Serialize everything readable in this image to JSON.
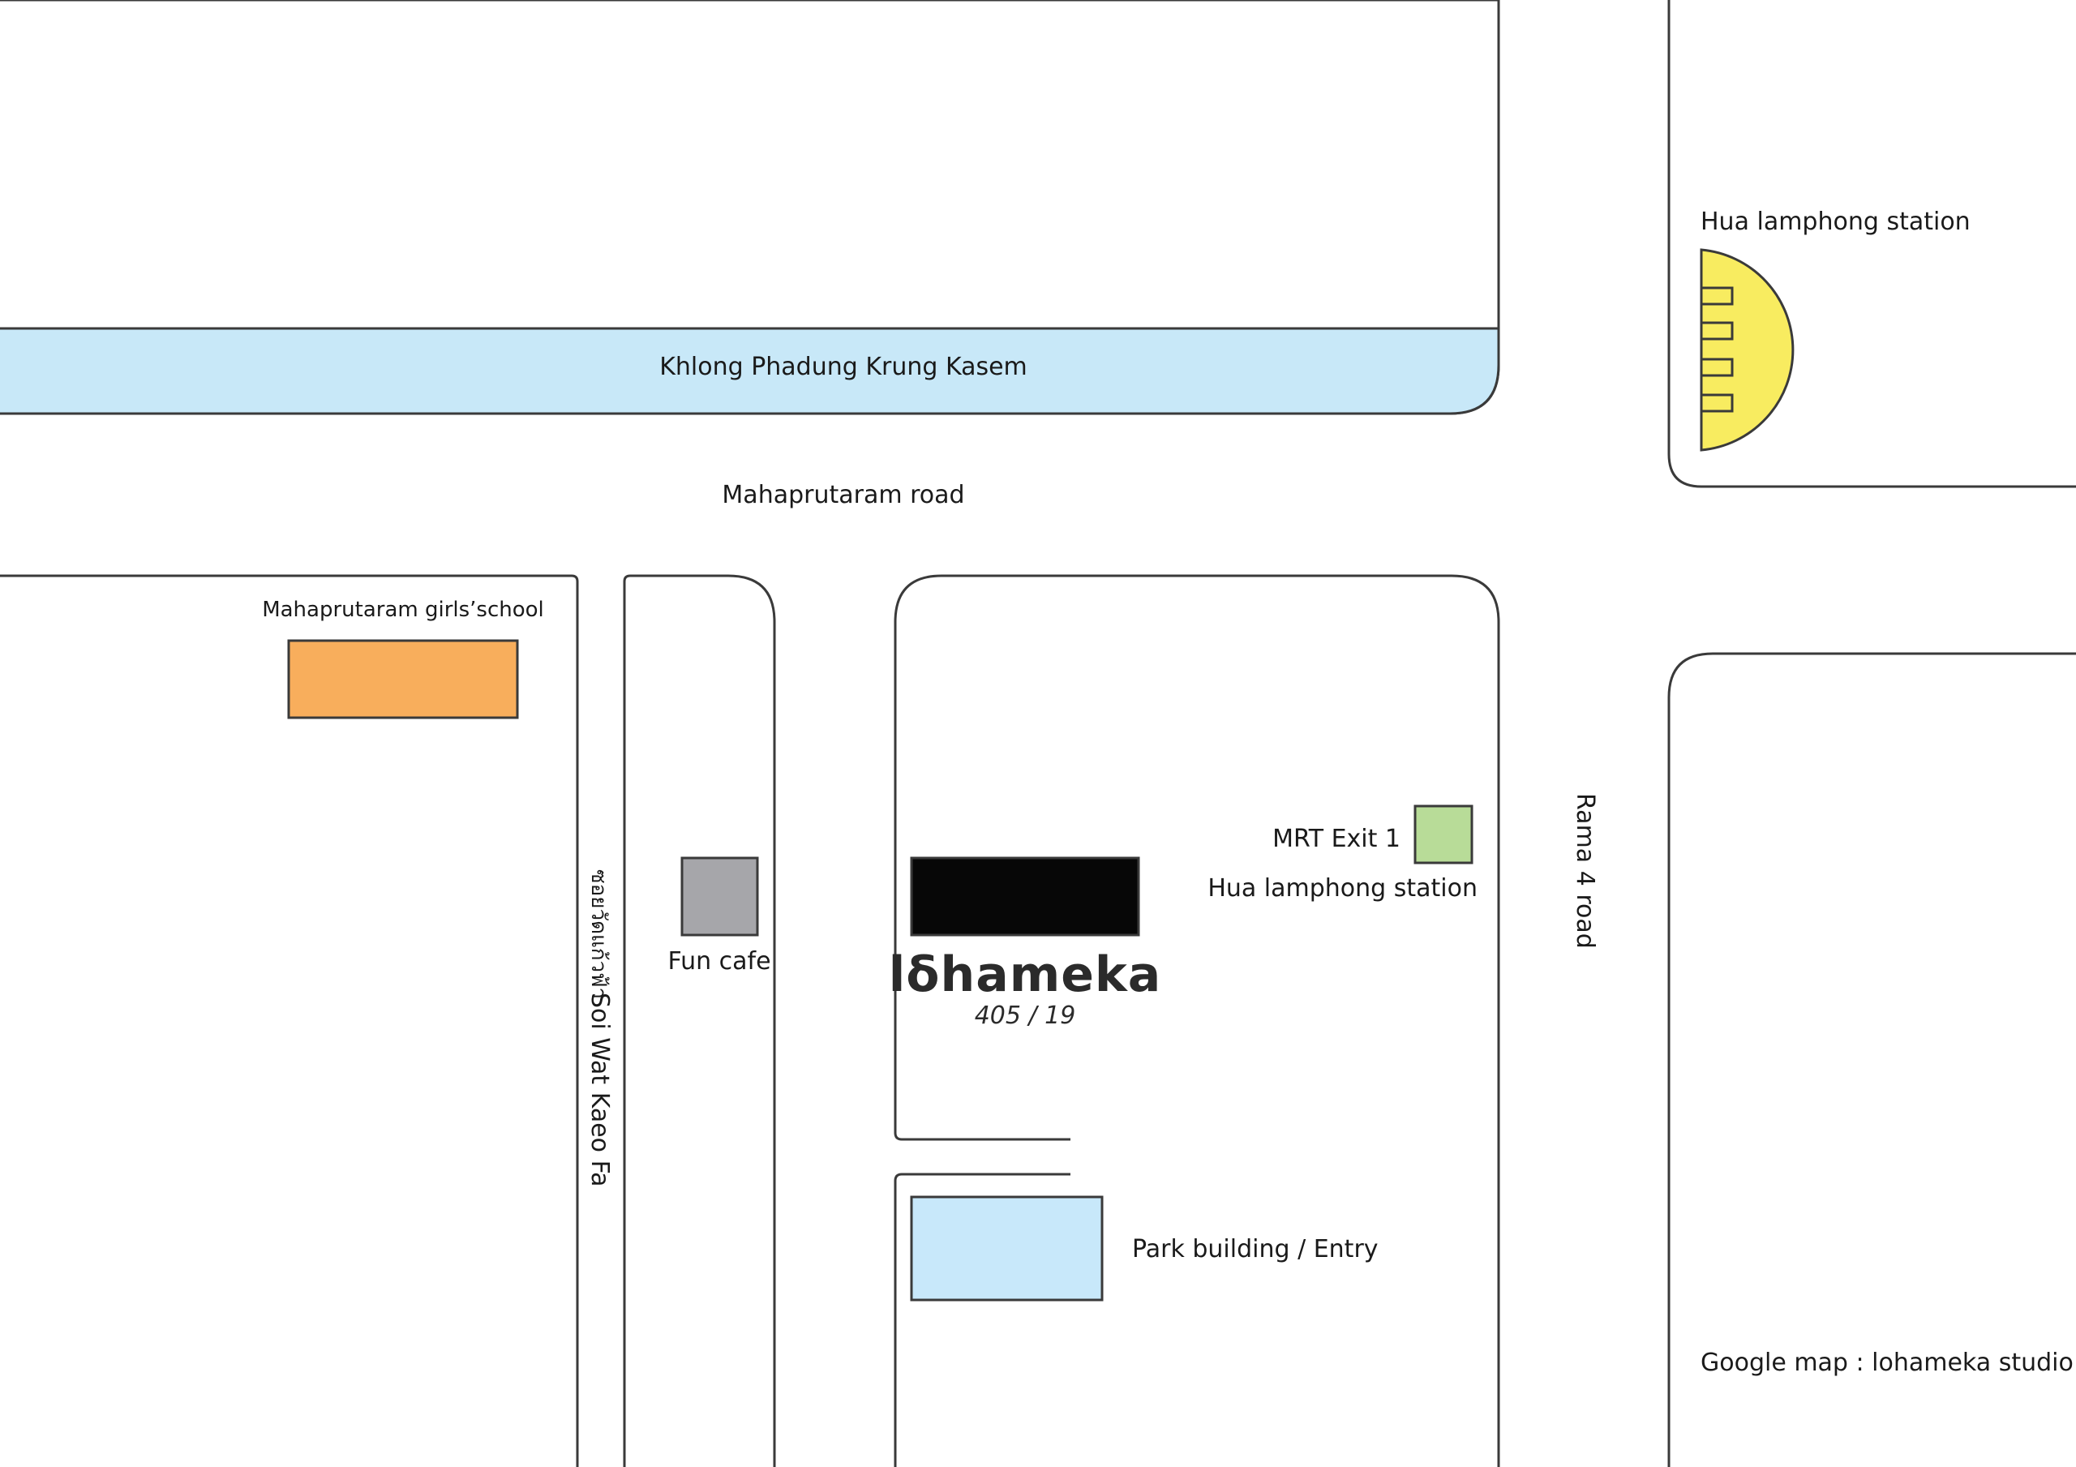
{
  "colors": {
    "canal": "#c8e8f8",
    "station": "#f8ec60",
    "school": "#f8ae5c",
    "cafe": "#a6a6aa",
    "mrt_exit": "#b8dc98",
    "park_building": "#c8e8fa",
    "studio": "#070707",
    "outline": "#3a3a3a"
  },
  "labels": {
    "canal": "Khlong Phadung Krung Kasem",
    "main_road": "Mahaprutaram road",
    "station_top": "Hua lamphong station",
    "school": "Mahaprutaram girls’school",
    "soi_thai": "ซอยวัดแก้วฟ้า",
    "soi_en": "Soi Wat Kaeo Fa",
    "cafe": "Fun cafe",
    "studio_logo": "lδhameka",
    "studio_address": "405 / 19",
    "mrt_exit": "MRT Exit 1",
    "mrt_station": "Hua lamphong station",
    "rama_road": "Rama 4 road",
    "park": "Park building / Entry",
    "google_map": "Google map : lohameka studio"
  },
  "icons": {
    "station": "metro-station-icon"
  }
}
